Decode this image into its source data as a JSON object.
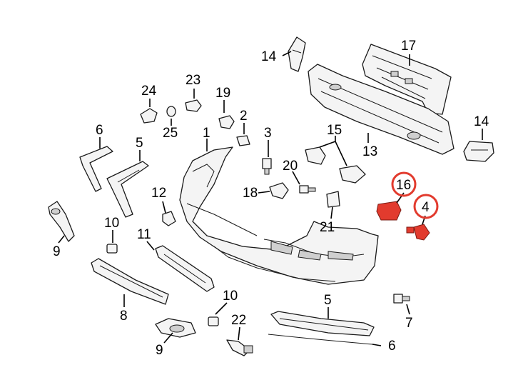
{
  "colors": {
    "highlight": "#e23b2e",
    "line": "#1a1a1a",
    "background": "#ffffff"
  },
  "labels": [
    {
      "id": "l14a",
      "text": "14"
    },
    {
      "id": "l17",
      "text": "17"
    },
    {
      "id": "l24",
      "text": "24"
    },
    {
      "id": "l23",
      "text": "23"
    },
    {
      "id": "l19",
      "text": "19"
    },
    {
      "id": "l25",
      "text": "25"
    },
    {
      "id": "l2",
      "text": "2"
    },
    {
      "id": "l14b",
      "text": "14"
    },
    {
      "id": "l6a",
      "text": "6"
    },
    {
      "id": "l5a",
      "text": "5"
    },
    {
      "id": "l1",
      "text": "1"
    },
    {
      "id": "l3",
      "text": "3"
    },
    {
      "id": "l15",
      "text": "15"
    },
    {
      "id": "l13",
      "text": "13"
    },
    {
      "id": "l20",
      "text": "20"
    },
    {
      "id": "l16",
      "text": "16",
      "highlighted": true
    },
    {
      "id": "l18",
      "text": "18"
    },
    {
      "id": "l12",
      "text": "12"
    },
    {
      "id": "l4",
      "text": "4",
      "highlighted": true
    },
    {
      "id": "l21",
      "text": "21"
    },
    {
      "id": "l10a",
      "text": "10"
    },
    {
      "id": "l9a",
      "text": "9"
    },
    {
      "id": "l11",
      "text": "11"
    },
    {
      "id": "l10b",
      "text": "10"
    },
    {
      "id": "l5b",
      "text": "5"
    },
    {
      "id": "l7",
      "text": "7"
    },
    {
      "id": "l8",
      "text": "8"
    },
    {
      "id": "l22",
      "text": "22"
    },
    {
      "id": "l6b",
      "text": "6"
    },
    {
      "id": "l9b",
      "text": "9"
    }
  ]
}
